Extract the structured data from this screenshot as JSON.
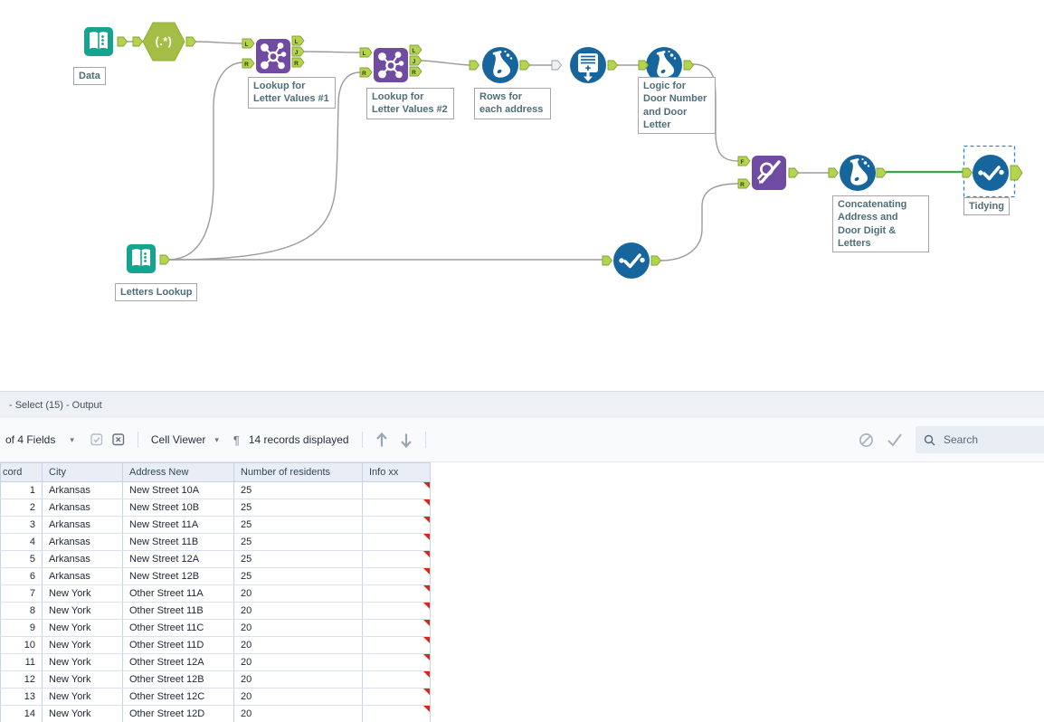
{
  "canvas": {
    "labels": {
      "data": "Data",
      "lookup1": "Lookup for Letter Values #1",
      "lookup2": "Lookup for Letter Values #2",
      "rows": "Rows for each address",
      "logic": "Logic for Door Number and Door Letter",
      "letters": "Letters Lookup",
      "concat": "Concatenating Address and Door Digit & Letters",
      "tidying": "Tidying"
    },
    "regex_glyph": "(.*)",
    "anchor_letters": {
      "L": "L",
      "J": "J",
      "R": "R",
      "F": "F"
    },
    "colors": {
      "input_teal": "#16a38f",
      "regex_green": "#a3bd45",
      "join_purple": "#6f4ba1",
      "formula_blue": "#17659d",
      "anchor_green": "#b5d44e",
      "wire_grey": "#9b9b9b",
      "wire_selected_green": "#3da64a",
      "selection_blue": "#2f80d8",
      "flag_red": "#d9251d"
    }
  },
  "icons": {
    "dropdown_caret": "▾",
    "pilcrow": "¶"
  },
  "results": {
    "title": "- Select (15) - Output",
    "toolbar": {
      "fields": "of 4 Fields",
      "cell_viewer": "Cell Viewer",
      "records": "14 records displayed",
      "search_placeholder": "Search"
    },
    "table": {
      "columns": [
        "cord",
        "City",
        "Address New",
        "Number of residents",
        "Info xx"
      ],
      "rows": [
        [
          "1",
          "Arkansas",
          "New Street 10A",
          "25",
          ""
        ],
        [
          "2",
          "Arkansas",
          "New Street 10B",
          "25",
          ""
        ],
        [
          "3",
          "Arkansas",
          "New Street 11A",
          "25",
          ""
        ],
        [
          "4",
          "Arkansas",
          "New Street 11B",
          "25",
          ""
        ],
        [
          "5",
          "Arkansas",
          "New Street 12A",
          "25",
          ""
        ],
        [
          "6",
          "Arkansas",
          "New Street 12B",
          "25",
          ""
        ],
        [
          "7",
          "New York",
          "Other Street 11A",
          "20",
          ""
        ],
        [
          "8",
          "New York",
          "Other Street 11B",
          "20",
          ""
        ],
        [
          "9",
          "New York",
          "Other Street 11C",
          "20",
          ""
        ],
        [
          "10",
          "New York",
          "Other Street 11D",
          "20",
          ""
        ],
        [
          "11",
          "New York",
          "Other Street 12A",
          "20",
          ""
        ],
        [
          "12",
          "New York",
          "Other Street 12B",
          "20",
          ""
        ],
        [
          "13",
          "New York",
          "Other Street 12C",
          "20",
          ""
        ],
        [
          "14",
          "New York",
          "Other Street 12D",
          "20",
          ""
        ]
      ]
    }
  }
}
